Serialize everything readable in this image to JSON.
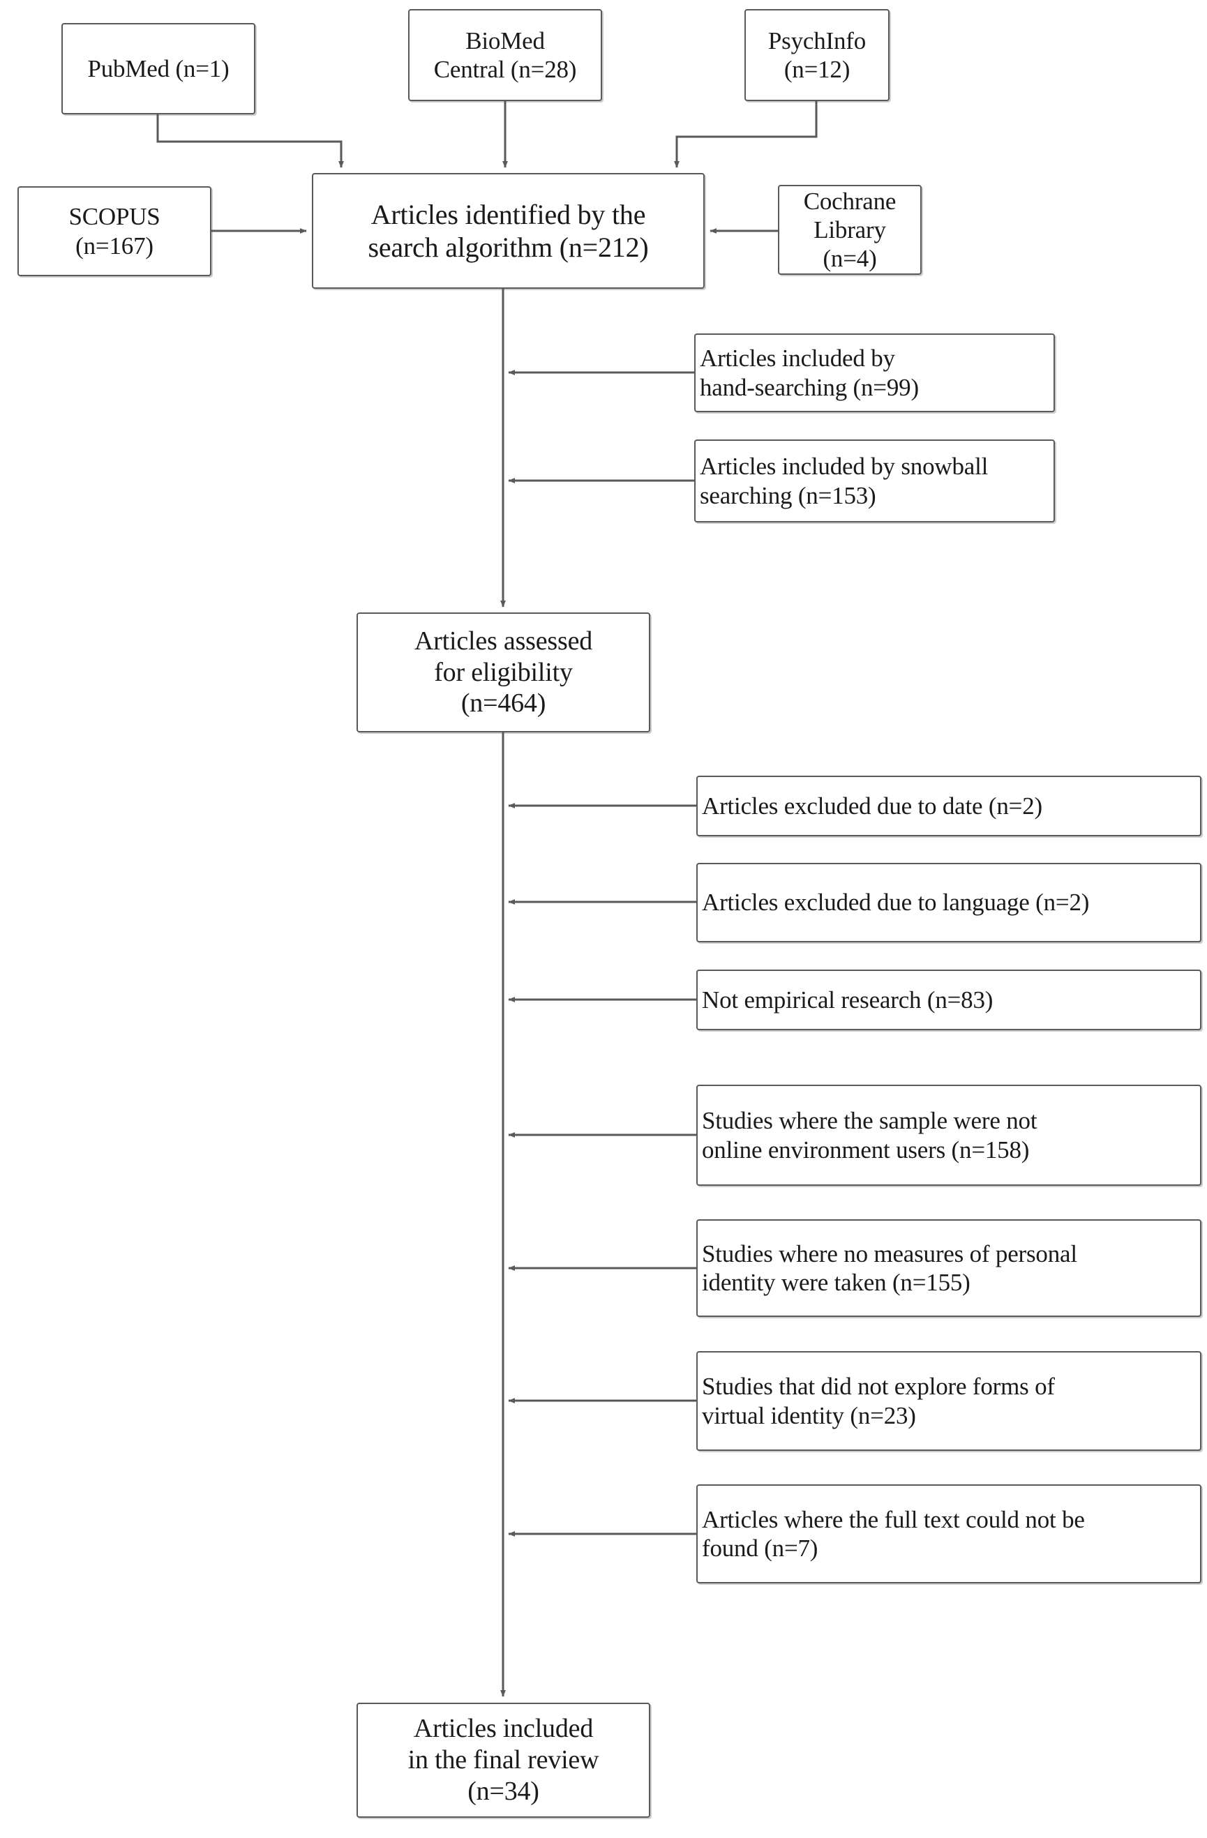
{
  "diagram": {
    "type": "prisma-flow-diagram",
    "title": "",
    "colors": {
      "box_border": "#595959",
      "box_fill": "#ffffff",
      "connector": "#595959",
      "text": "#1a1a1a"
    },
    "sources": [
      {
        "id": "pubmed",
        "label": "PubMed (n=1)",
        "n": 1
      },
      {
        "id": "biomed",
        "label": "BioMed\nCentral (n=28)",
        "n": 28
      },
      {
        "id": "psychinfo",
        "label": "PsychInfo\n(n=12)",
        "n": 12
      },
      {
        "id": "scopus",
        "label": "SCOPUS\n(n=167)",
        "n": 167
      },
      {
        "id": "cochrane",
        "label": "Cochrane\nLibrary (n=4)",
        "n": 4
      }
    ],
    "identified": {
      "id": "identified",
      "label": "Articles identified by the\nsearch algorithm (n=212)",
      "n": 212
    },
    "additions": [
      {
        "id": "hand-searching",
        "label": "Articles included by\nhand-searching (n=99)",
        "n": 99
      },
      {
        "id": "snowball-searching",
        "label": "Articles included by snowball\nsearching (n=153)",
        "n": 153
      }
    ],
    "assessed": {
      "id": "assessed",
      "label": "Articles assessed\nfor eligibility\n(n=464)",
      "n": 464
    },
    "exclusions": [
      {
        "id": "excluded-date",
        "label": "Articles excluded due to date (n=2)",
        "n": 2
      },
      {
        "id": "excluded-language",
        "label": "Articles excluded due to language (n=2)",
        "n": 2
      },
      {
        "id": "not-empirical",
        "label": "Not empirical research (n=83)",
        "n": 83
      },
      {
        "id": "not-online-users",
        "label": "Studies where the sample were not\nonline environment users (n=158)",
        "n": 158
      },
      {
        "id": "no-identity-measure",
        "label": "Studies where no measures of personal\nidentity were taken (n=155)",
        "n": 155
      },
      {
        "id": "no-virtual-identity",
        "label": "Studies that did not explore forms of\nvirtual identity (n=23)",
        "n": 23
      },
      {
        "id": "no-full-text",
        "label": "Articles where the full text could not be\nfound (n=7)",
        "n": 7
      }
    ],
    "included": {
      "id": "included",
      "label": "Articles included\nin the final review\n(n=34)",
      "n": 34
    }
  }
}
